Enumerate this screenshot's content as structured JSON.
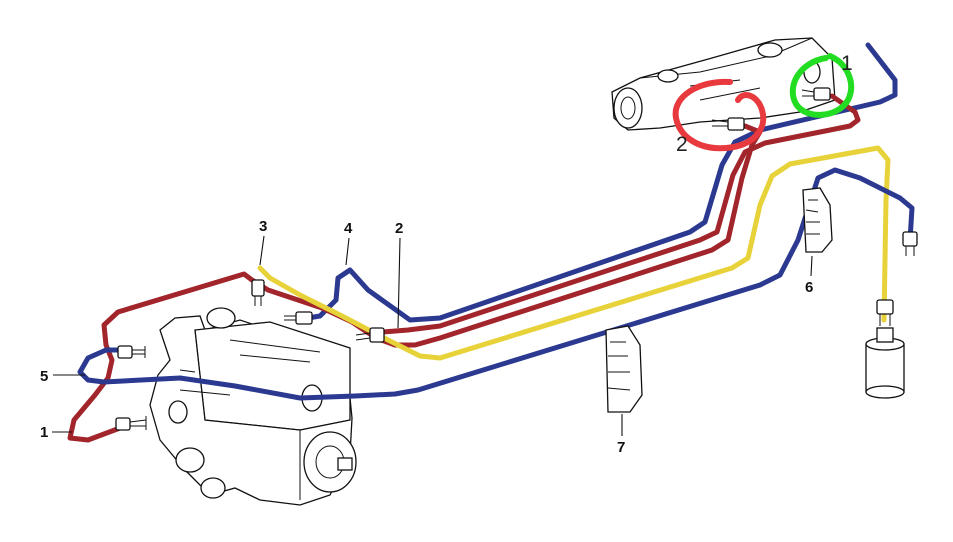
{
  "diagram": {
    "callouts": {
      "c1": "1",
      "c2": "2",
      "c3": "3",
      "c4": "4",
      "c5": "5",
      "c6": "6",
      "c7": "7"
    },
    "handwritten": {
      "h1": "1",
      "h2": "2"
    },
    "colors": {
      "line_blue": "#2b3990",
      "line_red": "#a1252b",
      "line_yellow": "#e8d23a",
      "circle_green": "#22dd22",
      "circle_red": "#e8393e"
    }
  }
}
